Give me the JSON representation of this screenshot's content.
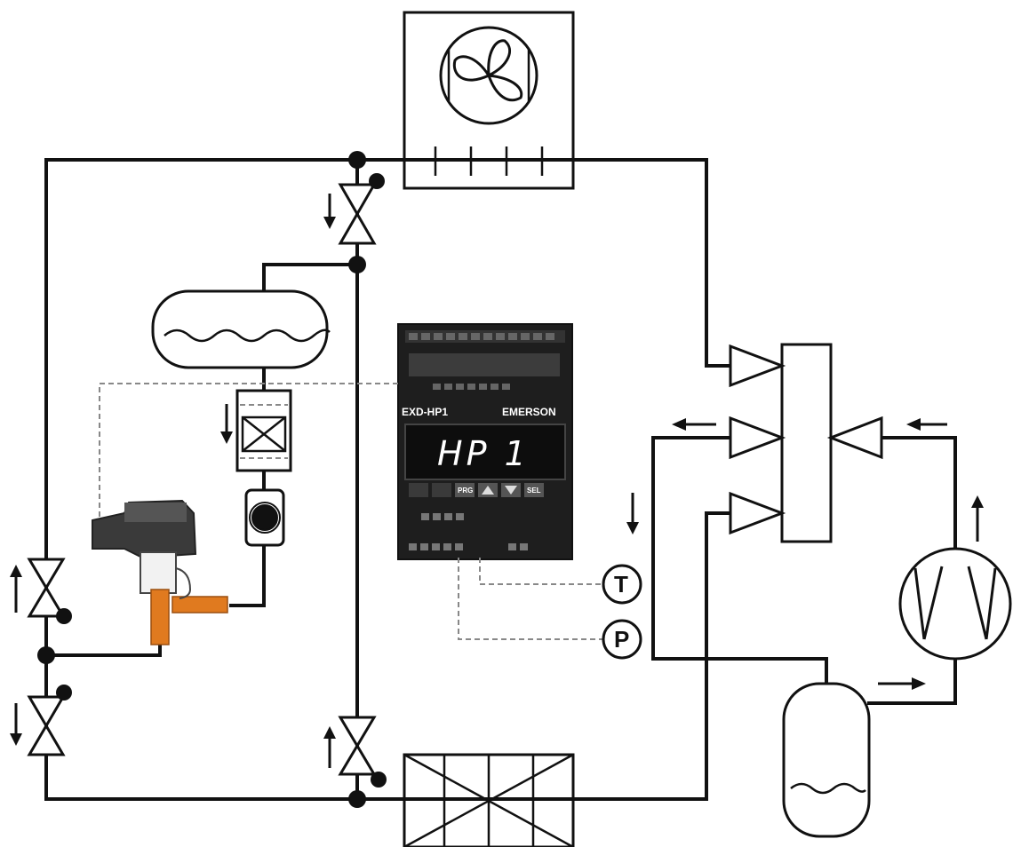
{
  "controller": {
    "model_label": "EXD-HP1",
    "brand_label": "EMERSON",
    "display_text": "HP 1",
    "key_prg": "PRG",
    "key_sel": "SEL"
  },
  "sensors": {
    "temperature_label": "T",
    "pressure_label": "P"
  },
  "colors": {
    "line": "#111111",
    "valve_actuator": "#e07a1f",
    "controller_body": "#1e1e1e"
  }
}
